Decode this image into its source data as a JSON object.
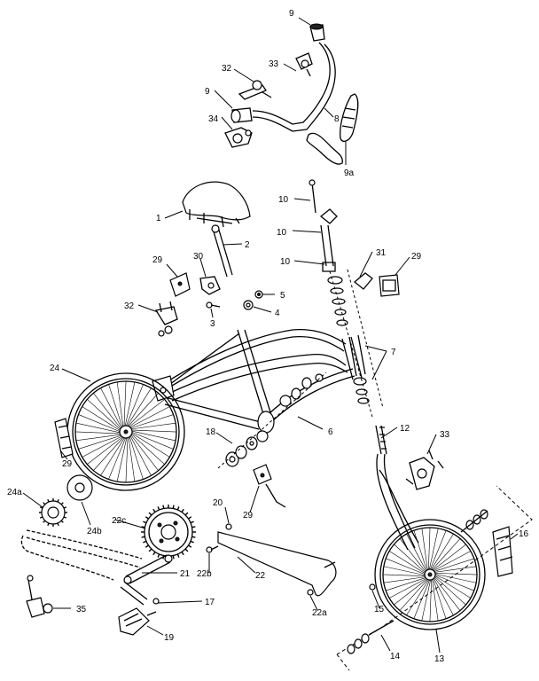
{
  "callouts": [
    {
      "id": "c9-top",
      "text": "9"
    },
    {
      "id": "c33-top",
      "text": "33"
    },
    {
      "id": "c32-top",
      "text": "32"
    },
    {
      "id": "c9-mid",
      "text": "9"
    },
    {
      "id": "c8",
      "text": "8"
    },
    {
      "id": "c34",
      "text": "34"
    },
    {
      "id": "c9a",
      "text": "9a"
    },
    {
      "id": "c10-a",
      "text": "10"
    },
    {
      "id": "c10-b",
      "text": "10"
    },
    {
      "id": "c10-c",
      "text": "10"
    },
    {
      "id": "c1",
      "text": "1"
    },
    {
      "id": "c2",
      "text": "2"
    },
    {
      "id": "c29-a",
      "text": "29"
    },
    {
      "id": "c30",
      "text": "30"
    },
    {
      "id": "c31",
      "text": "31"
    },
    {
      "id": "c29-b",
      "text": "29"
    },
    {
      "id": "c5",
      "text": "5"
    },
    {
      "id": "c32-mid",
      "text": "32"
    },
    {
      "id": "c3",
      "text": "3"
    },
    {
      "id": "c4",
      "text": "4"
    },
    {
      "id": "c7",
      "text": "7"
    },
    {
      "id": "c24",
      "text": "24"
    },
    {
      "id": "c6",
      "text": "6"
    },
    {
      "id": "c12",
      "text": "12"
    },
    {
      "id": "c18",
      "text": "18"
    },
    {
      "id": "c33-fork",
      "text": "33"
    },
    {
      "id": "c29-c",
      "text": "29"
    },
    {
      "id": "c24a",
      "text": "24a"
    },
    {
      "id": "c24b",
      "text": "24b"
    },
    {
      "id": "c16",
      "text": "16"
    },
    {
      "id": "c22c",
      "text": "22c"
    },
    {
      "id": "c20",
      "text": "20"
    },
    {
      "id": "c29-d",
      "text": "29"
    },
    {
      "id": "c21",
      "text": "21"
    },
    {
      "id": "c22b",
      "text": "22b"
    },
    {
      "id": "c22",
      "text": "22"
    },
    {
      "id": "c17",
      "text": "17"
    },
    {
      "id": "c15",
      "text": "15"
    },
    {
      "id": "c35",
      "text": "35"
    },
    {
      "id": "c22a",
      "text": "22a"
    },
    {
      "id": "c19",
      "text": "19"
    },
    {
      "id": "c14",
      "text": "14"
    },
    {
      "id": "c13",
      "text": "13"
    }
  ]
}
